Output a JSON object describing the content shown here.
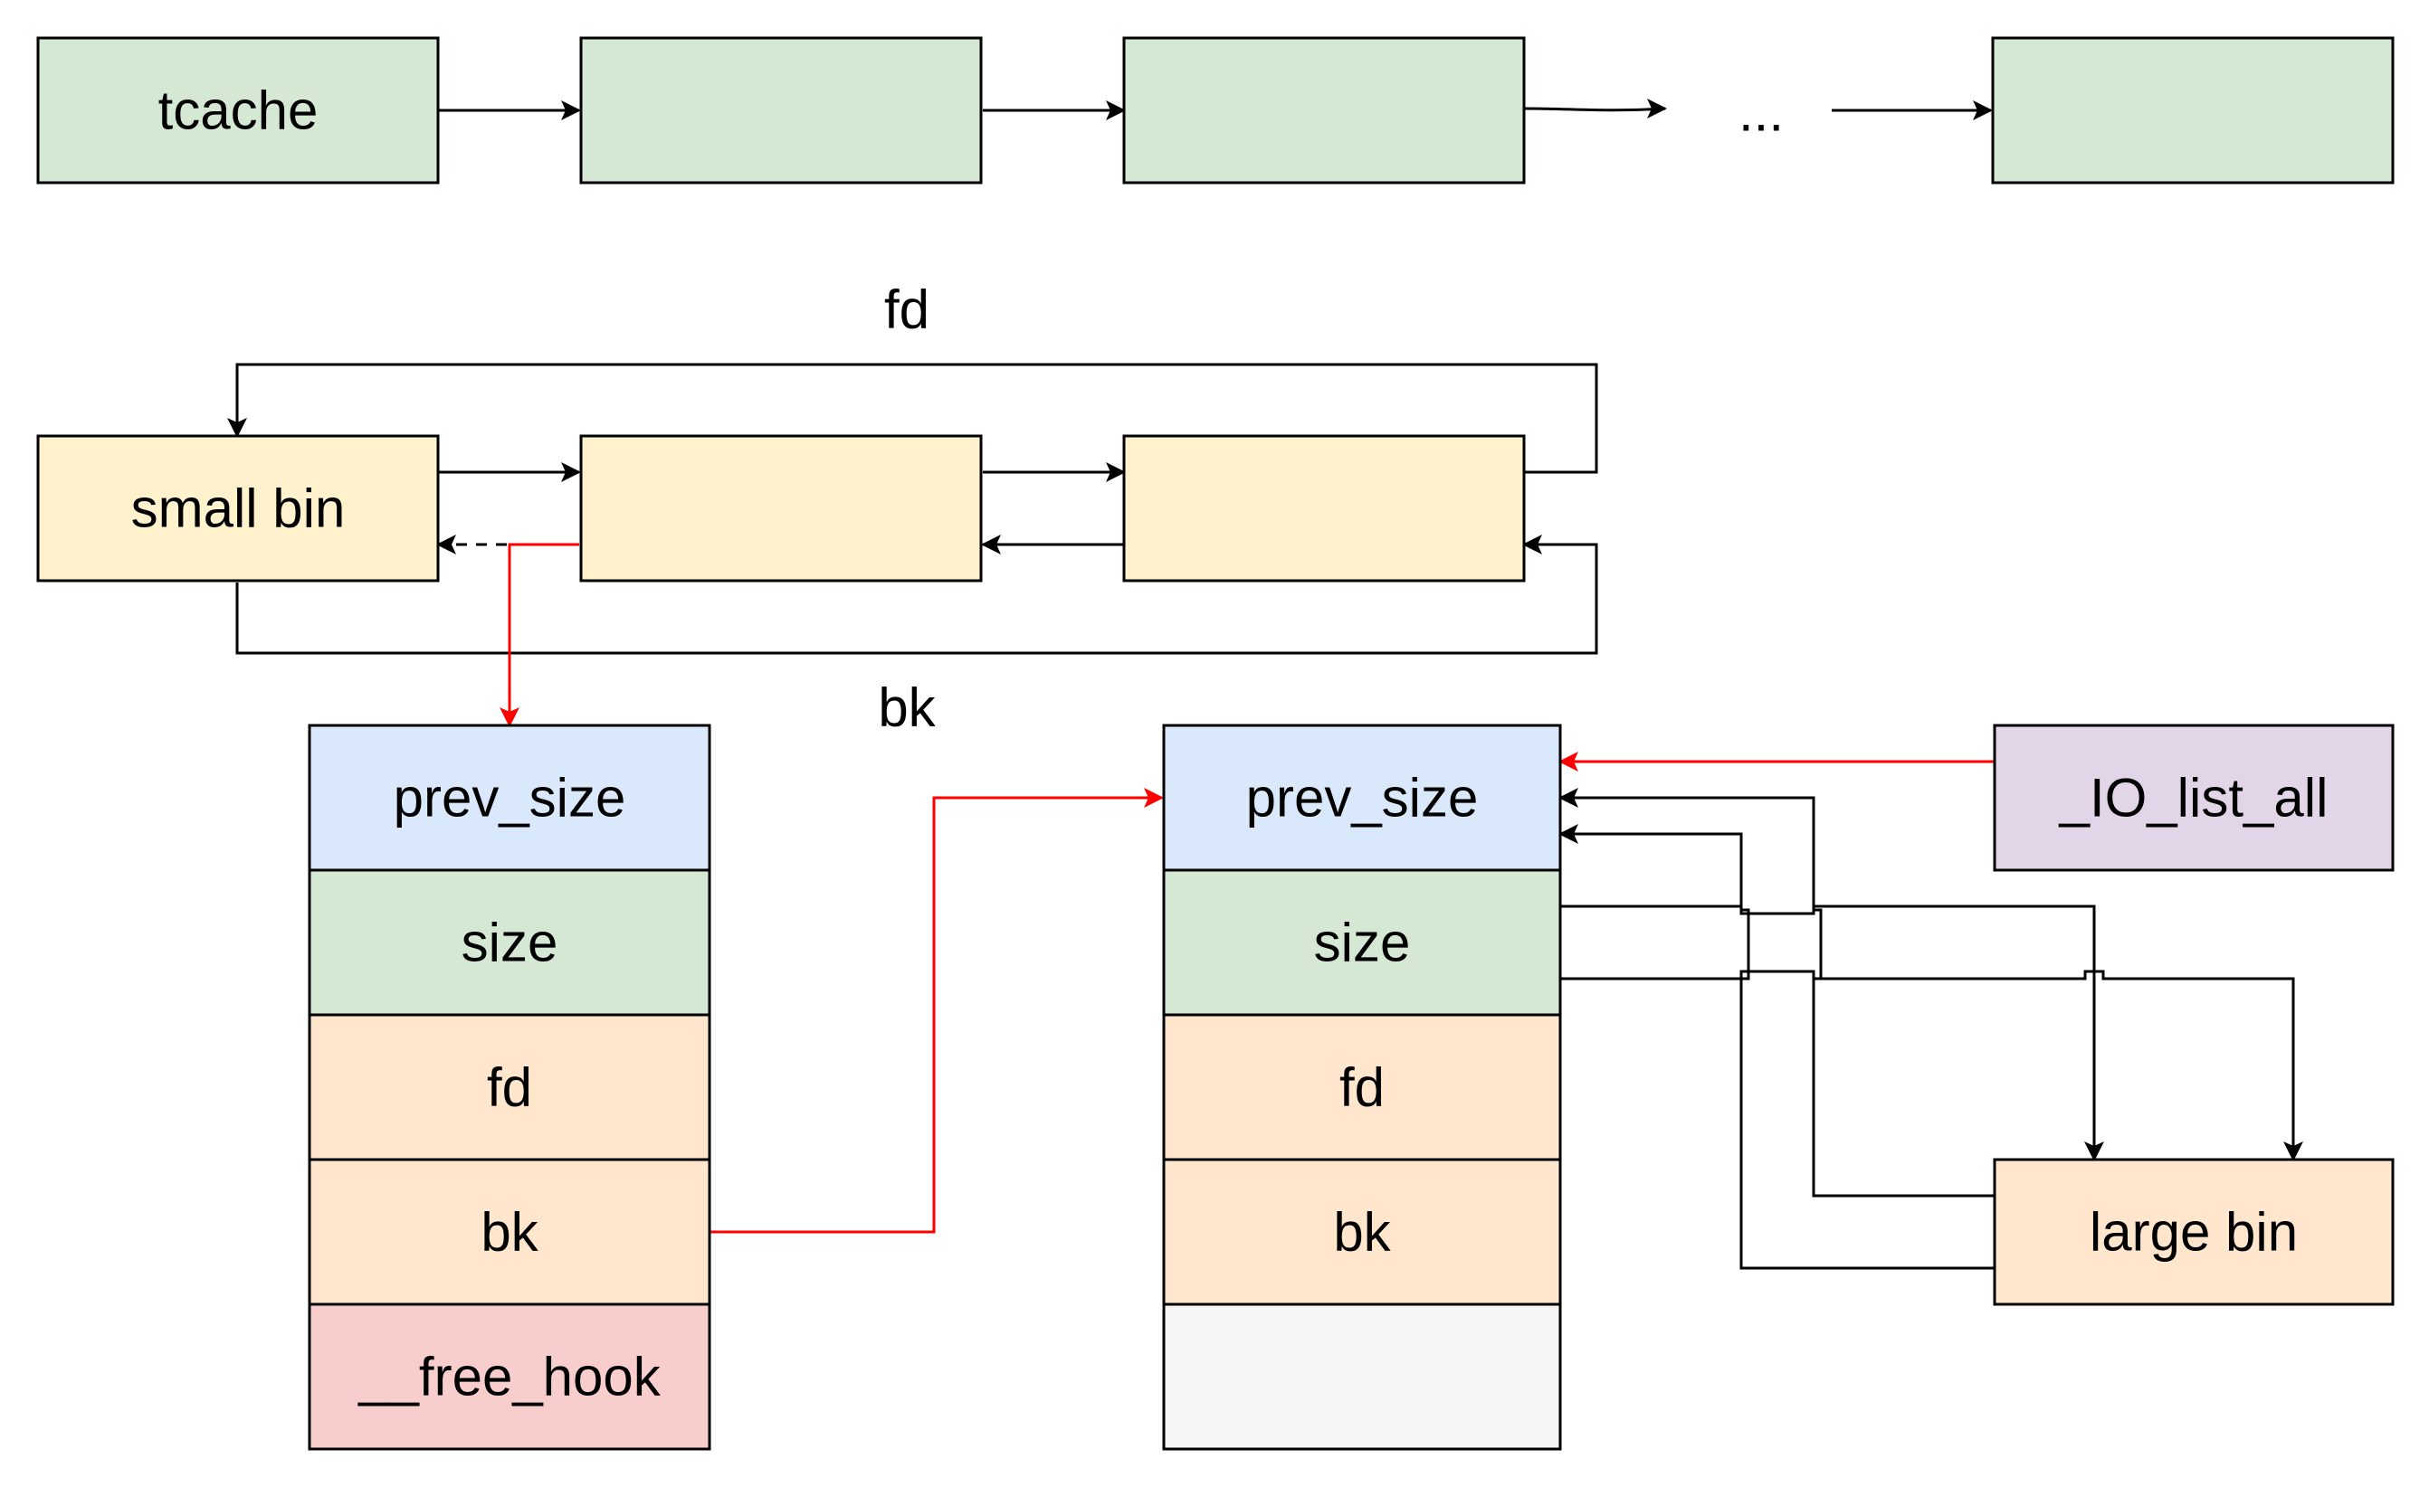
{
  "colors": {
    "tcache_fill": "#d5e8d4",
    "smallbin_fill": "#fff2cc",
    "prev_size_fill": "#dae8fc",
    "size_fill": "#d5e8d4",
    "fd_bk_fill": "#ffe6cc",
    "free_hook_fill": "#f8cecc",
    "empty_fill": "#f5f5f5",
    "io_list_fill": "#e1d5e7",
    "large_bin_fill": "#ffe6cc",
    "black_edge": "#000000",
    "red_edge": "#ff0000"
  },
  "tcache": {
    "head_label": "tcache",
    "ellipsis": "..."
  },
  "small_bin": {
    "head_label": "small bin",
    "fd_label": "fd",
    "bk_label": "bk"
  },
  "chunk_left": {
    "prev_size": "prev_size",
    "size": "size",
    "fd": "fd",
    "bk": "bk",
    "free_hook": "__free_hook"
  },
  "chunk_right": {
    "prev_size": "prev_size",
    "size": "size",
    "fd": "fd",
    "bk": "bk"
  },
  "io_list_all": "_IO_list_all",
  "large_bin": "large bin"
}
